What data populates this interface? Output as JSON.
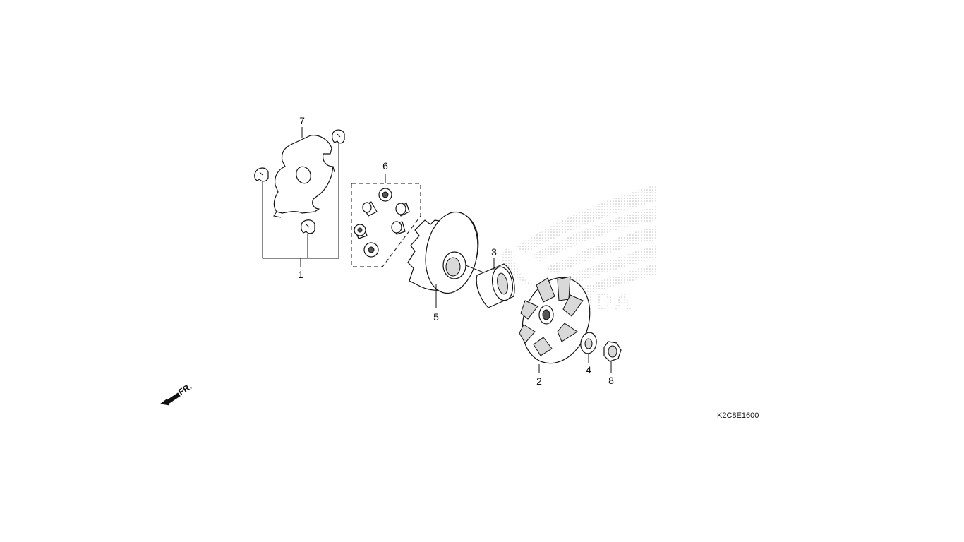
{
  "callouts": {
    "p1": "1",
    "p2": "2",
    "p3": "3",
    "p4": "4",
    "p5": "5",
    "p6": "6",
    "p7": "7",
    "p8": "8"
  },
  "orientation_label": "FR.",
  "diagram_code": "K2C8E1600",
  "watermark_text": "HONDA",
  "colors": {
    "line": "#111111",
    "watermark": "#c8c8c8"
  }
}
